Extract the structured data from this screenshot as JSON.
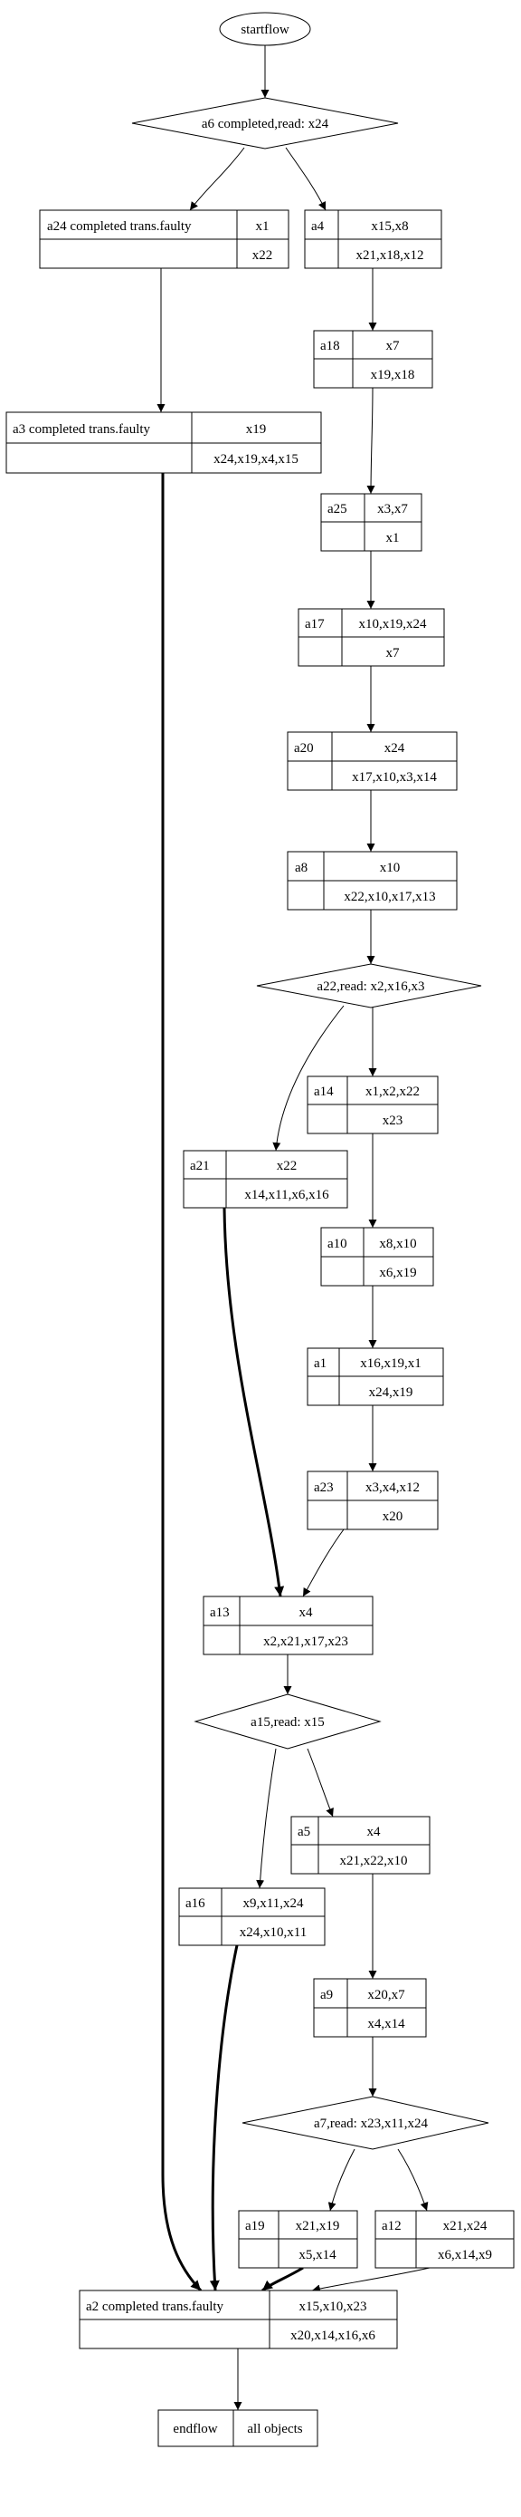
{
  "start": "startflow",
  "decisions": {
    "d1": "a6 completed,read: x24",
    "d2": "a22,read: x2,x16,x3",
    "d3": "a15,read: x15",
    "d4": "a7,read: x23,x11,x24"
  },
  "boxes": {
    "a24": {
      "id": "a24 completed trans.faulty",
      "top": "x1",
      "bottom": "x22"
    },
    "a4": {
      "id": "a4",
      "top": "x15,x8",
      "bottom": "x21,x18,x12"
    },
    "a18": {
      "id": "a18",
      "top": "x7",
      "bottom": "x19,x18"
    },
    "a3": {
      "id": "a3 completed trans.faulty",
      "top": "x19",
      "bottom": "x24,x19,x4,x15"
    },
    "a25": {
      "id": "a25",
      "top": "x3,x7",
      "bottom": "x1"
    },
    "a17": {
      "id": "a17",
      "top": "x10,x19,x24",
      "bottom": "x7"
    },
    "a20": {
      "id": "a20",
      "top": "x24",
      "bottom": "x17,x10,x3,x14"
    },
    "a8": {
      "id": "a8",
      "top": "x10",
      "bottom": "x22,x10,x17,x13"
    },
    "a14": {
      "id": "a14",
      "top": "x1,x2,x22",
      "bottom": "x23"
    },
    "a21": {
      "id": "a21",
      "top": "x22",
      "bottom": "x14,x11,x6,x16"
    },
    "a10": {
      "id": "a10",
      "top": "x8,x10",
      "bottom": "x6,x19"
    },
    "a1": {
      "id": "a1",
      "top": "x16,x19,x1",
      "bottom": "x24,x19"
    },
    "a23": {
      "id": "a23",
      "top": "x3,x4,x12",
      "bottom": "x20"
    },
    "a13": {
      "id": "a13",
      "top": "x4",
      "bottom": "x2,x21,x17,x23"
    },
    "a5": {
      "id": "a5",
      "top": "x4",
      "bottom": "x21,x22,x10"
    },
    "a16": {
      "id": "a16",
      "top": "x9,x11,x24",
      "bottom": "x24,x10,x11"
    },
    "a9": {
      "id": "a9",
      "top": "x20,x7",
      "bottom": "x4,x14"
    },
    "a19": {
      "id": "a19",
      "top": "x21,x19",
      "bottom": "x5,x14"
    },
    "a12": {
      "id": "a12",
      "top": "x21,x24",
      "bottom": "x6,x14,x9"
    },
    "a2": {
      "id": "a2 completed trans.faulty",
      "top": "x15,x10,x23",
      "bottom": "x20,x14,x16,x6"
    }
  },
  "end": {
    "label": "endflow",
    "value": "all objects"
  }
}
